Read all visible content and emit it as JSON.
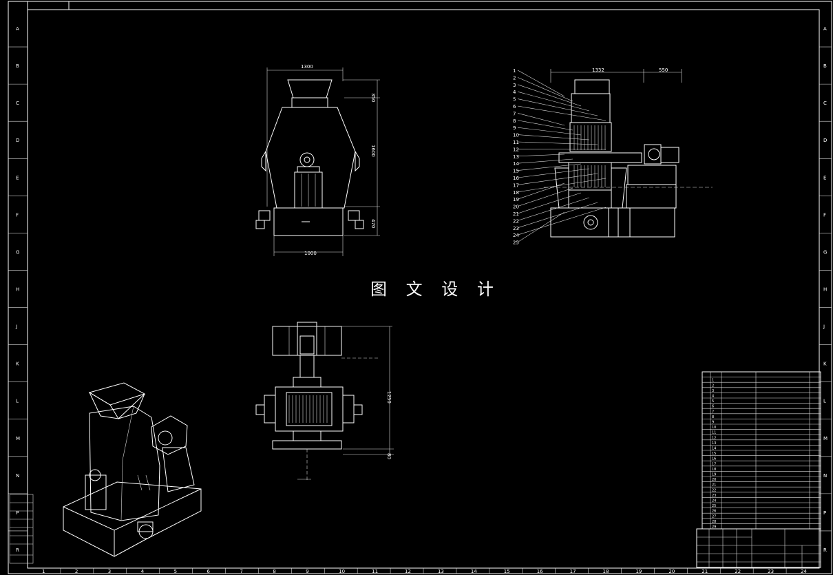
{
  "title_text": "图 文 设 计",
  "border": {
    "col_labels": [
      "1",
      "2",
      "3",
      "4",
      "5",
      "6",
      "7",
      "8",
      "9",
      "10",
      "11",
      "12",
      "13",
      "14",
      "15",
      "16",
      "17",
      "18",
      "19",
      "20",
      "21",
      "22",
      "23",
      "24"
    ],
    "row_labels": [
      "A",
      "B",
      "C",
      "D",
      "E",
      "F",
      "G",
      "H",
      "J",
      "K",
      "L",
      "M",
      "N",
      "P",
      "R"
    ]
  },
  "front_view": {
    "dim_top": "1300",
    "dim_right_1": "350",
    "dim_right_2": "1600",
    "dim_right_3": "470",
    "dim_bottom": "1000"
  },
  "side_view": {
    "dim_top_1": "1332",
    "dim_top_2": "550",
    "callouts": [
      "1",
      "2",
      "3",
      "4",
      "5",
      "6",
      "7",
      "8",
      "9",
      "10",
      "11",
      "12",
      "13",
      "14",
      "15",
      "16",
      "17",
      "18",
      "19",
      "20",
      "21",
      "22",
      "23",
      "24",
      "25"
    ]
  },
  "top_view": {
    "dim_right": "1250",
    "dim_bottom": "80"
  },
  "bom": {
    "rows": [
      "1",
      "2",
      "3",
      "4",
      "5",
      "6",
      "7",
      "8",
      "9",
      "10",
      "11",
      "12",
      "13",
      "14",
      "15",
      "16",
      "17",
      "18",
      "19",
      "20",
      "21",
      "22",
      "23",
      "24",
      "25",
      "26",
      "27",
      "28",
      "29"
    ]
  }
}
